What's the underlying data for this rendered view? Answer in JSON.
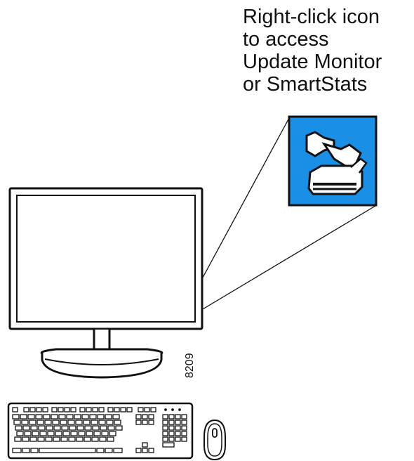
{
  "caption": {
    "lines": [
      "Right-click icon",
      "to access",
      "Update Monitor",
      "or SmartStats"
    ]
  },
  "figure_number": "8209",
  "colors": {
    "icon_background": "#1a8fe6",
    "line": "#111111",
    "background": "#ffffff"
  },
  "icons": {
    "tray_icon": "update-monitor-tray-icon",
    "monitor": "monitor-icon",
    "keyboard": "keyboard-icon",
    "mouse": "mouse-icon"
  }
}
